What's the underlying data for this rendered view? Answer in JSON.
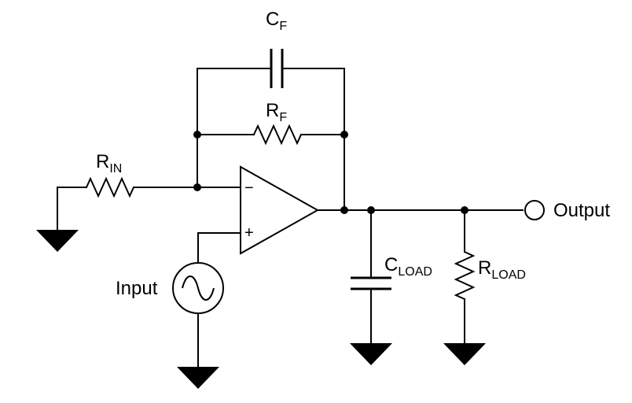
{
  "labels": {
    "cf": {
      "main": "C",
      "sub": "F"
    },
    "rf": {
      "main": "R",
      "sub": "F"
    },
    "rin": {
      "main": "R",
      "sub": "IN"
    },
    "cload": {
      "main": "C",
      "sub": "LOAD"
    },
    "rload": {
      "main": "R",
      "sub": "LOAD"
    },
    "input": "Input",
    "output": "Output"
  },
  "opamp": {
    "inverting_sign": "−",
    "noninverting_sign": "+"
  },
  "colors": {
    "ink": "#000000",
    "background": "#ffffff"
  }
}
